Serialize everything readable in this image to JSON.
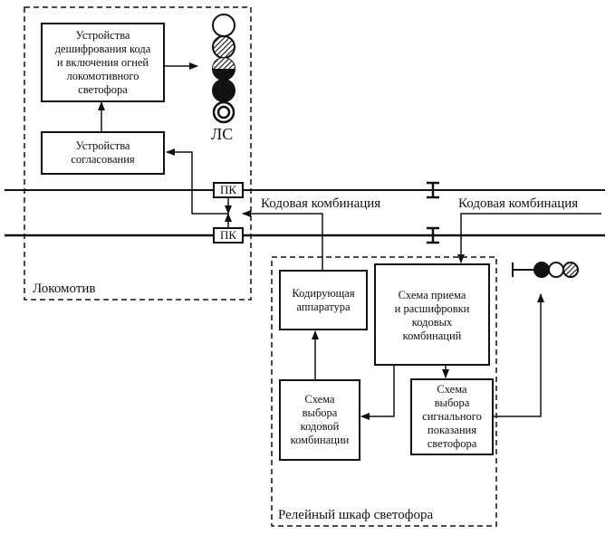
{
  "locomotive": {
    "label": "Локомотив",
    "decoder_box": "Устройства\nдешифрования кода\nи включения огней\nлокомотивного\nсветофора",
    "matching_box": "Устройства\nсогласования",
    "signal_label": "ЛС",
    "pickup_coil_label": "ПК"
  },
  "track": {
    "code_combination_left": "Кодовая комбинация",
    "code_combination_right": "Кодовая комбинация"
  },
  "relay_cabinet": {
    "label": "Релейный шкаф светофора",
    "coding_box": "Кодирующая\nаппаратура",
    "receive_box": "Схема приема\nи расшифровки\nкодовых\nкомбинаций",
    "select_code_box": "Схема\nвыбора\nкодовой\nкомбинации",
    "select_signal_box": "Схема\nвыбора\nсигнального\nпоказания\nсветофора"
  },
  "locomotive_signal_lamps": [
    "white",
    "hatched",
    "half-hatched",
    "black",
    "ring"
  ],
  "wayside_signal_lamps": [
    "black",
    "white",
    "hatched"
  ]
}
